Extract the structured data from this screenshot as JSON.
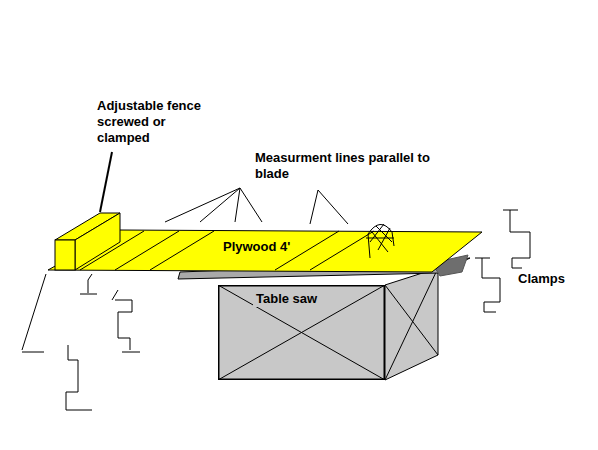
{
  "diagram": {
    "nodes": [
      {
        "text": [
          "Plywood 4'"
        ]
      },
      {
        "text": [
          "Table saw"
        ]
      }
    ],
    "labels": [
      "Adjustable fence screwed or clamped",
      "Measurment lines parallel to blade",
      "Clamps"
    ]
  }
}
